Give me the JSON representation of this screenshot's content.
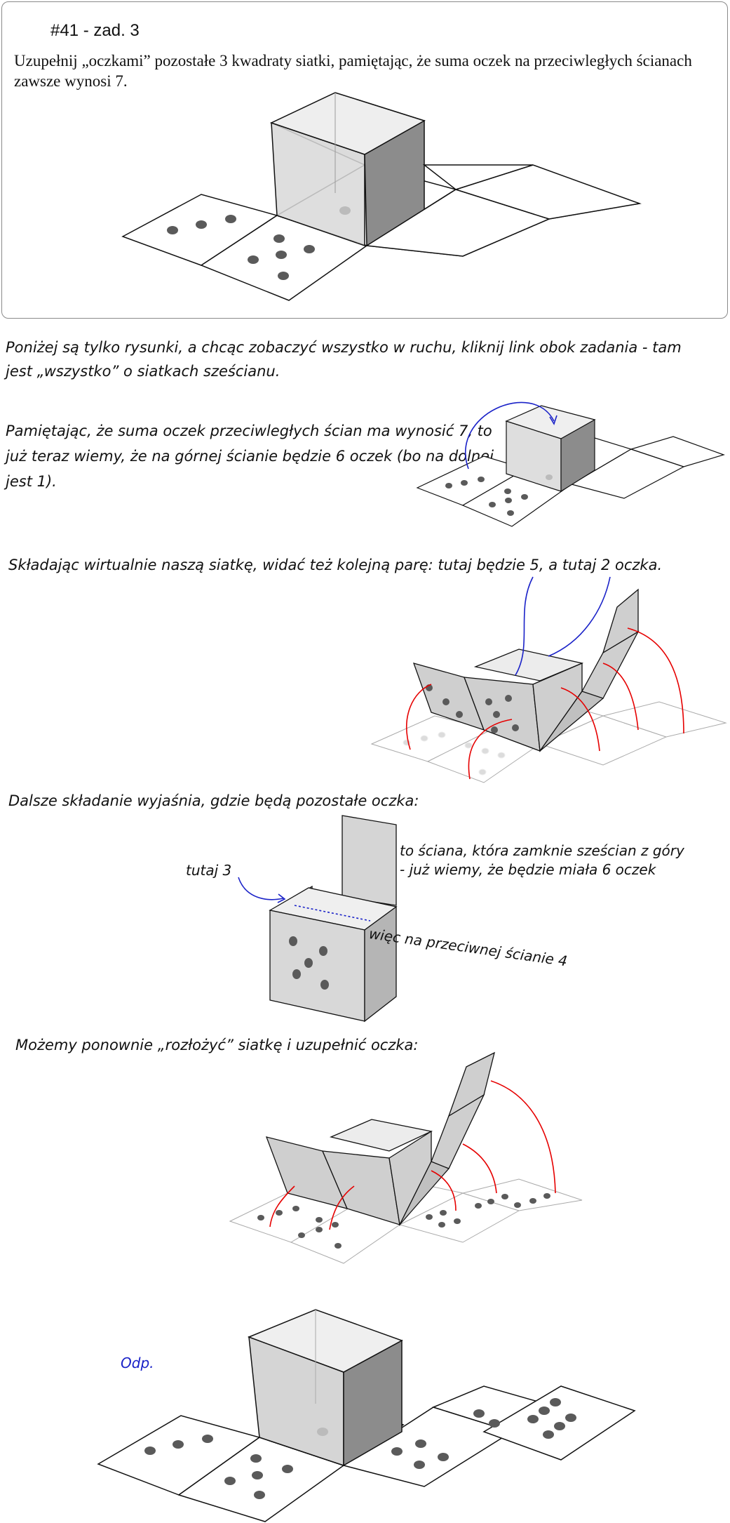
{
  "task": {
    "title": "#41 - zad. 3",
    "prompt": "Uzupełnij „oczkami” pozostałe 3 kwadraty siatki, pamiętając, że suma oczek na przeciwległych ścianach zawsze wynosi 7."
  },
  "notes": {
    "intro": "Poniżej są tylko rysunki, a chcąc zobaczyć wszystko w ruchu, kliknij link obok zadania - tam jest „wszystko” o siatkach sześcianu.",
    "step1": "Pamiętając, że suma oczek przeciwległych ścian ma wynosić 7, to już teraz wiemy, że na górnej ścianie będzie 6 oczek (bo na dolnej jest 1).",
    "step2": "Składając wirtualnie naszą siatkę, widać też kolejną parę: tutaj będzie 5, a tutaj 2 oczka.",
    "step3": "Dalsze składanie wyjaśnia, gdzie będą pozostałe oczka:",
    "step3_left": "tutaj 3",
    "step3_right_1": "to ściana, która zamknie sześcian z góry",
    "step3_right_2": "- już wiemy, że będzie miała 6 oczek",
    "step3_bottom": "więc na przeciwnej ścianie 4",
    "step4": "Możemy ponownie „rozłożyć” siatkę i uzupełnić oczka:",
    "answer_label": "Odp."
  },
  "colors": {
    "line": "#111111",
    "face_light": "#e6e6e6",
    "face_mid": "#c8c8c8",
    "face_dark": "#8c8c8c",
    "pip": "#5a5a5a",
    "blue_arrow": "#1a22c8",
    "red_arrow": "#e60000"
  }
}
